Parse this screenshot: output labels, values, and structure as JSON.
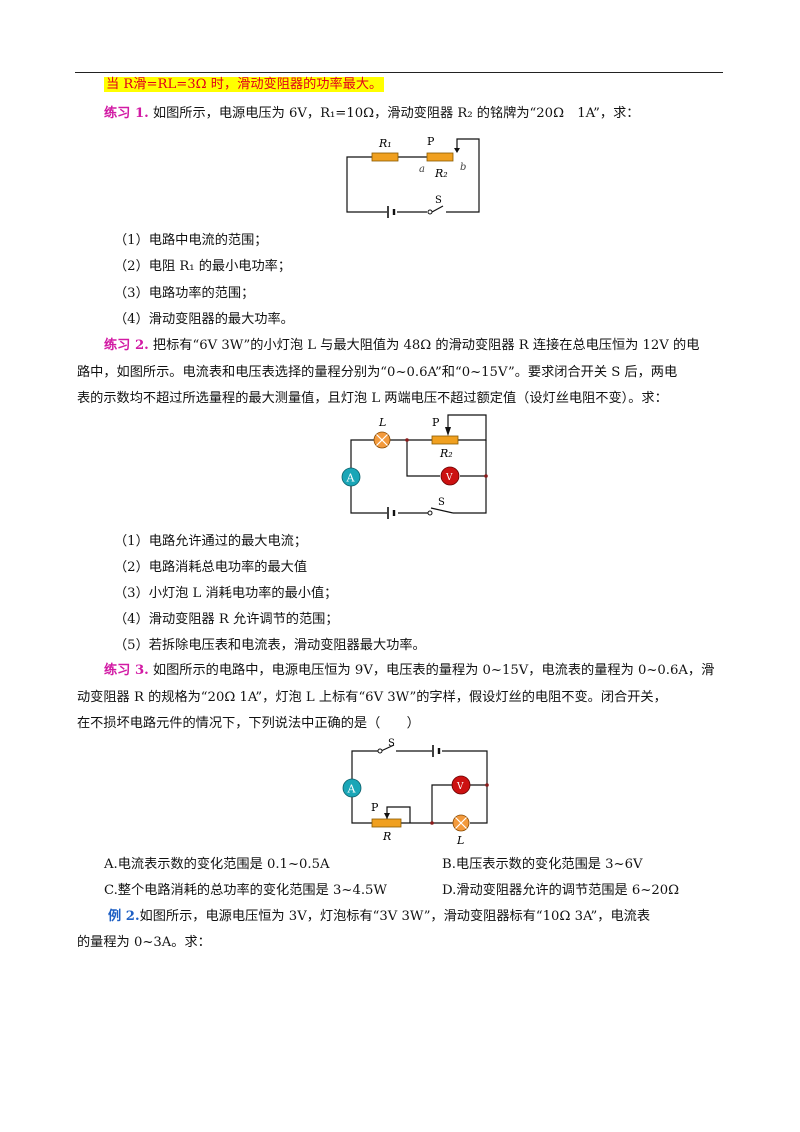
{
  "header_note": {
    "text": "当 R滑=RL=3Ω 时，滑动变阻器的功率最大。"
  },
  "exercise1": {
    "label": "练习 1.",
    "text": " 如图所示，电源电压为 6V，R₁=10Ω，滑动变阻器 R₂ 的铭牌为“20Ω　1A”，求：",
    "figure": {
      "R1": "R₁",
      "P": "P",
      "a": "a",
      "b": "b",
      "R2": "R₂",
      "S": "S"
    },
    "questions": [
      "（1）电路中电流的范围；",
      "（2）电阻 R₁ 的最小电功率；",
      "（3）电路功率的范围；",
      "（4）滑动变阻器的最大功率。"
    ]
  },
  "exercise2": {
    "label": "练习 2.",
    "text_lines": [
      " 把标有“6V 3W”的小灯泡 L 与最大阻值为 48Ω 的滑动变阻器 R 连接在总电压恒为 12V 的电",
      "路中，如图所示。电流表和电压表选择的量程分别为“0~0.6A”和“0~15V”。要求闭合开关 S 后，两电",
      "表的示数均不超过所选量程的最大测量值，且灯泡 L 两端电压不超过额定值（设灯丝电阻不变）。求："
    ],
    "figure": {
      "L": "L",
      "P": "P",
      "R2": "R₂",
      "A": "A",
      "V": "V",
      "S": "S"
    },
    "questions": [
      "（1）电路允许通过的最大电流；",
      "（2）电路消耗总电功率的最大值",
      "（3）小灯泡 L 消耗电功率的最小值；",
      "（4）滑动变阻器 R 允许调节的范围；",
      "（5）若拆除电压表和电流表，滑动变阻器最大功率。"
    ]
  },
  "exercise3": {
    "label": "练习 3.",
    "text_lines": [
      " 如图所示的电路中，电源电压恒为 9V，电压表的量程为 0~15V，电流表的量程为 0~0.6A，滑",
      "动变阻器 R 的规格为“20Ω  1A”，灯泡 L 上标有“6V 3W”的字样，假设灯丝的电阻不变。闭合开关，",
      "在不损坏电路元件的情况下，下列说法中正确的是（　　）"
    ],
    "figure": {
      "S": "S",
      "A": "A",
      "V": "V",
      "P": "P",
      "R": "R",
      "L": "L"
    },
    "options": [
      "A.电流表示数的变化范围是 0.1~0.5A",
      "B.电压表示数的变化范围是 3~6V",
      "C.整个电路消耗的总功率的变化范围是 3~4.5W",
      "D.滑动变阻器允许的调节范围是 6~20Ω"
    ]
  },
  "example2": {
    "label": "例 2.",
    "text_lines": [
      "如图所示，电源电压恒为 3V，灯泡标有“3V 3W”，滑动变阻器标有“10Ω 3A”，电流表",
      "的量程为 0~3A。求："
    ]
  },
  "colors": {
    "resistor": "#f0a020",
    "ammeter": "#1aa6b7",
    "voltmeter": "#cc1111",
    "lamp": "#f39a3c",
    "exercise_label": "#d21aa4",
    "example_label": "#1d5fc4",
    "highlight_bg": "#ffff00",
    "highlight_text": "#e0001b"
  }
}
